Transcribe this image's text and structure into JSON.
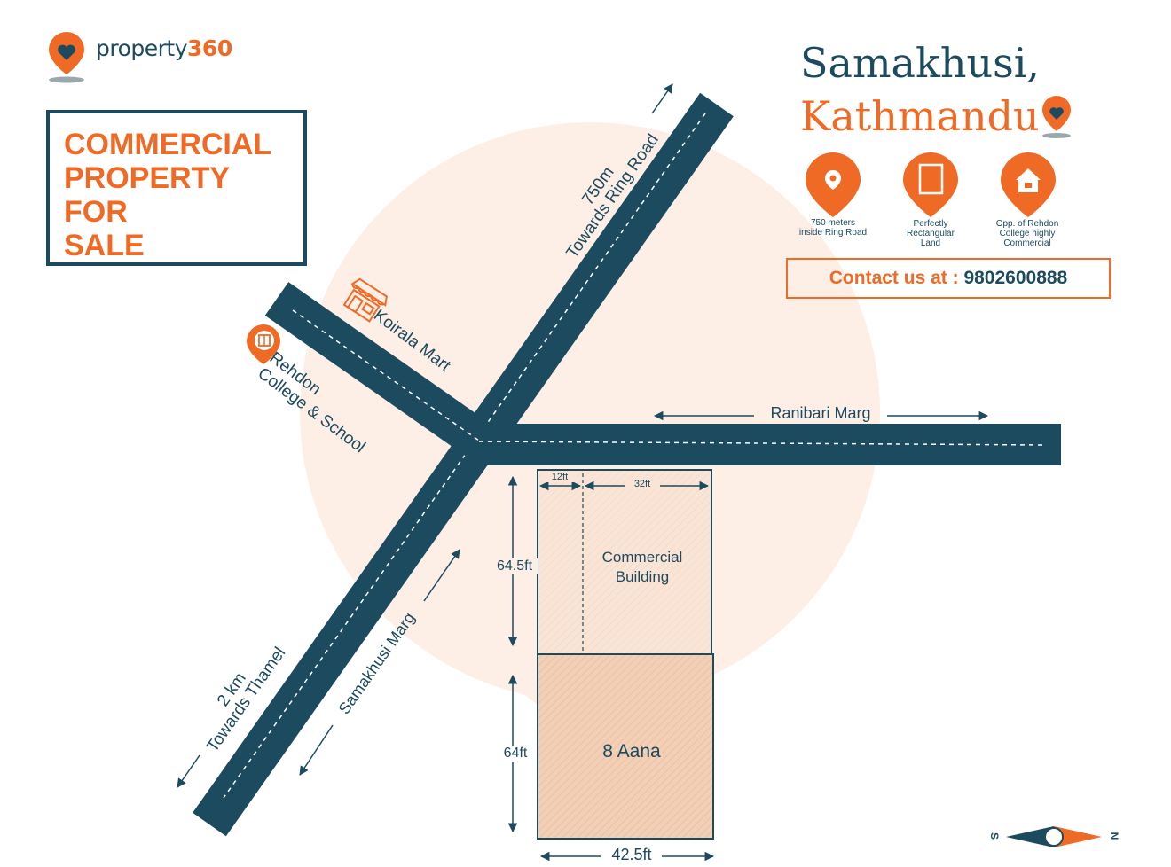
{
  "brand": {
    "name": "property",
    "number": "360"
  },
  "title": {
    "line1": "COMMERCIAL",
    "line2": "PROPERTY",
    "line3": "FOR",
    "line4": "SALE"
  },
  "location": {
    "area": "Samakhusi,",
    "city": "Kathmandu"
  },
  "features": [
    {
      "icon": "location-pin-icon",
      "line1": "750 meters",
      "line2": "inside Ring Road",
      "line3": ""
    },
    {
      "icon": "rectangle-icon",
      "line1": "Perfectly",
      "line2": "Rectangular",
      "line3": "Land"
    },
    {
      "icon": "house-icon",
      "line1": "Opp. of Rehdon",
      "line2": "College highly",
      "line3": "Commercial"
    }
  ],
  "contact": {
    "label": "Contact us at :",
    "phone": "9802600888"
  },
  "map": {
    "roads": {
      "ring_road_line1": "750m",
      "ring_road_line2": "Towards Ring Road",
      "thamel_line1": "2 km",
      "thamel_line2": "Towards Thamel",
      "samakhusi": "Samakhusi Marg",
      "ranibari": "Ranibari Marg"
    },
    "landmarks": {
      "mart": "Koirala Mart",
      "college_line1": "Rehdon",
      "college_line2": "College & School"
    },
    "plot": {
      "building_line1": "Commercial",
      "building_line2": "Building",
      "area": "8 Aana",
      "dim_setback": "12ft",
      "dim_building_width": "32ft",
      "dim_upper_depth": "64.5ft",
      "dim_lower_depth": "64ft",
      "dim_total_width": "42.5ft"
    },
    "compass": {
      "south": "S",
      "north": "N"
    }
  },
  "colors": {
    "navy": "#1c4a5e",
    "orange": "#ef6a25",
    "circle": "#fdeee6",
    "plot": "#f2cfb5"
  }
}
